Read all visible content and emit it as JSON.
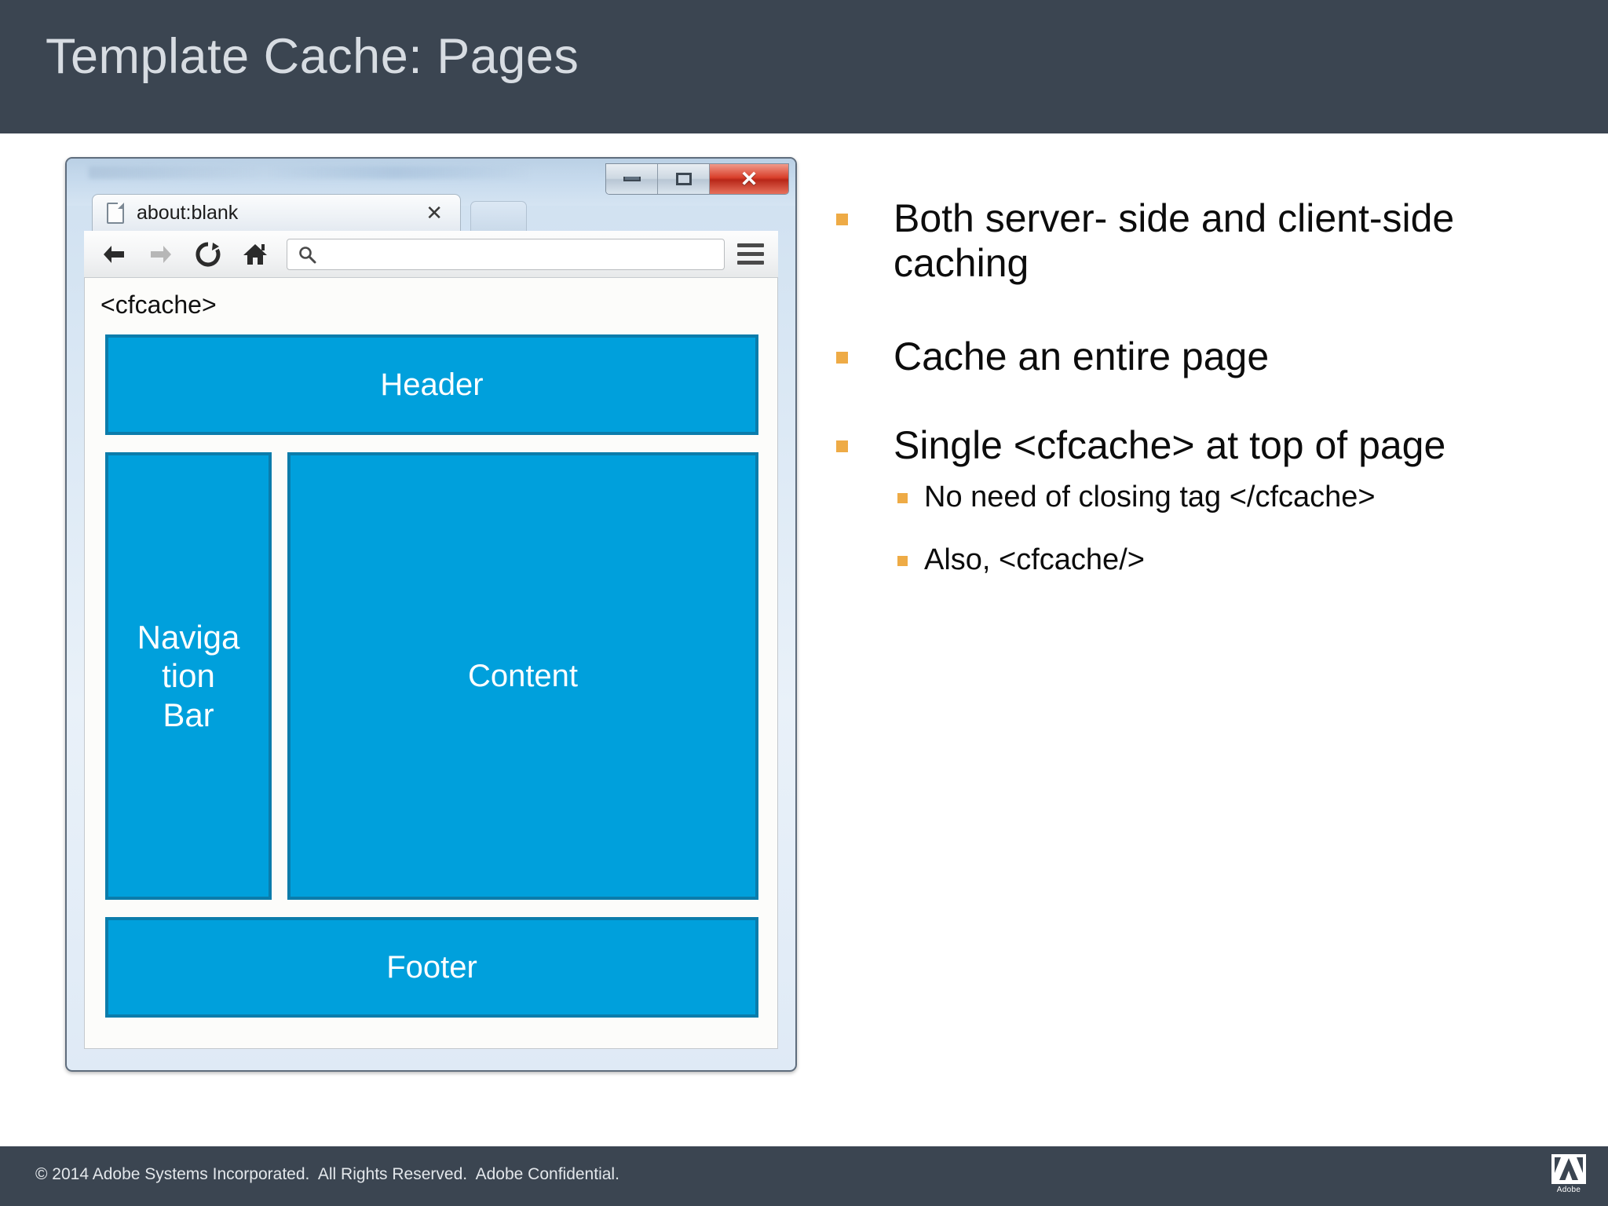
{
  "slide": {
    "title": "Template Cache: Pages",
    "header_bg": "#3b4551",
    "accent_blue": "#00a0dc",
    "accent_blue_border": "#0b7cab",
    "bullet_marker_color": "#eeab46"
  },
  "browser": {
    "window_controls": {
      "minimize_label": "—",
      "maximize_label": "□",
      "close_label": "✕"
    },
    "tab": {
      "title": "about:blank",
      "close_label": "✕",
      "favicon": "document-icon"
    },
    "toolbar": {
      "back_icon": "back-arrow-icon",
      "forward_icon": "forward-arrow-icon",
      "reload_icon": "reload-icon",
      "home_icon": "home-icon",
      "search_icon": "search-icon",
      "menu_icon": "hamburger-menu-icon",
      "address_value": "",
      "address_placeholder": ""
    },
    "page": {
      "code_text": "<cfcache>",
      "regions": [
        {
          "name": "header",
          "label": "Header"
        },
        {
          "name": "navigation",
          "label": "Naviga\ntion\nBar"
        },
        {
          "name": "content",
          "label": "Content"
        },
        {
          "name": "footer",
          "label": "Footer"
        }
      ]
    }
  },
  "bullets": [
    {
      "level": 1,
      "text": "Both server- side and client-side caching"
    },
    {
      "level": 1,
      "text": "Cache an entire page"
    },
    {
      "level": 1,
      "text": "Single <cfcache> at top of page"
    },
    {
      "level": 2,
      "text": "No need of closing tag </cfcache>"
    },
    {
      "level": 2,
      "text": "Also, <cfcache/>"
    }
  ],
  "footer": {
    "copyright": "© 2014 Adobe Systems Incorporated.  All Rights Reserved.  Adobe Confidential.",
    "logo_word": "Adobe"
  }
}
